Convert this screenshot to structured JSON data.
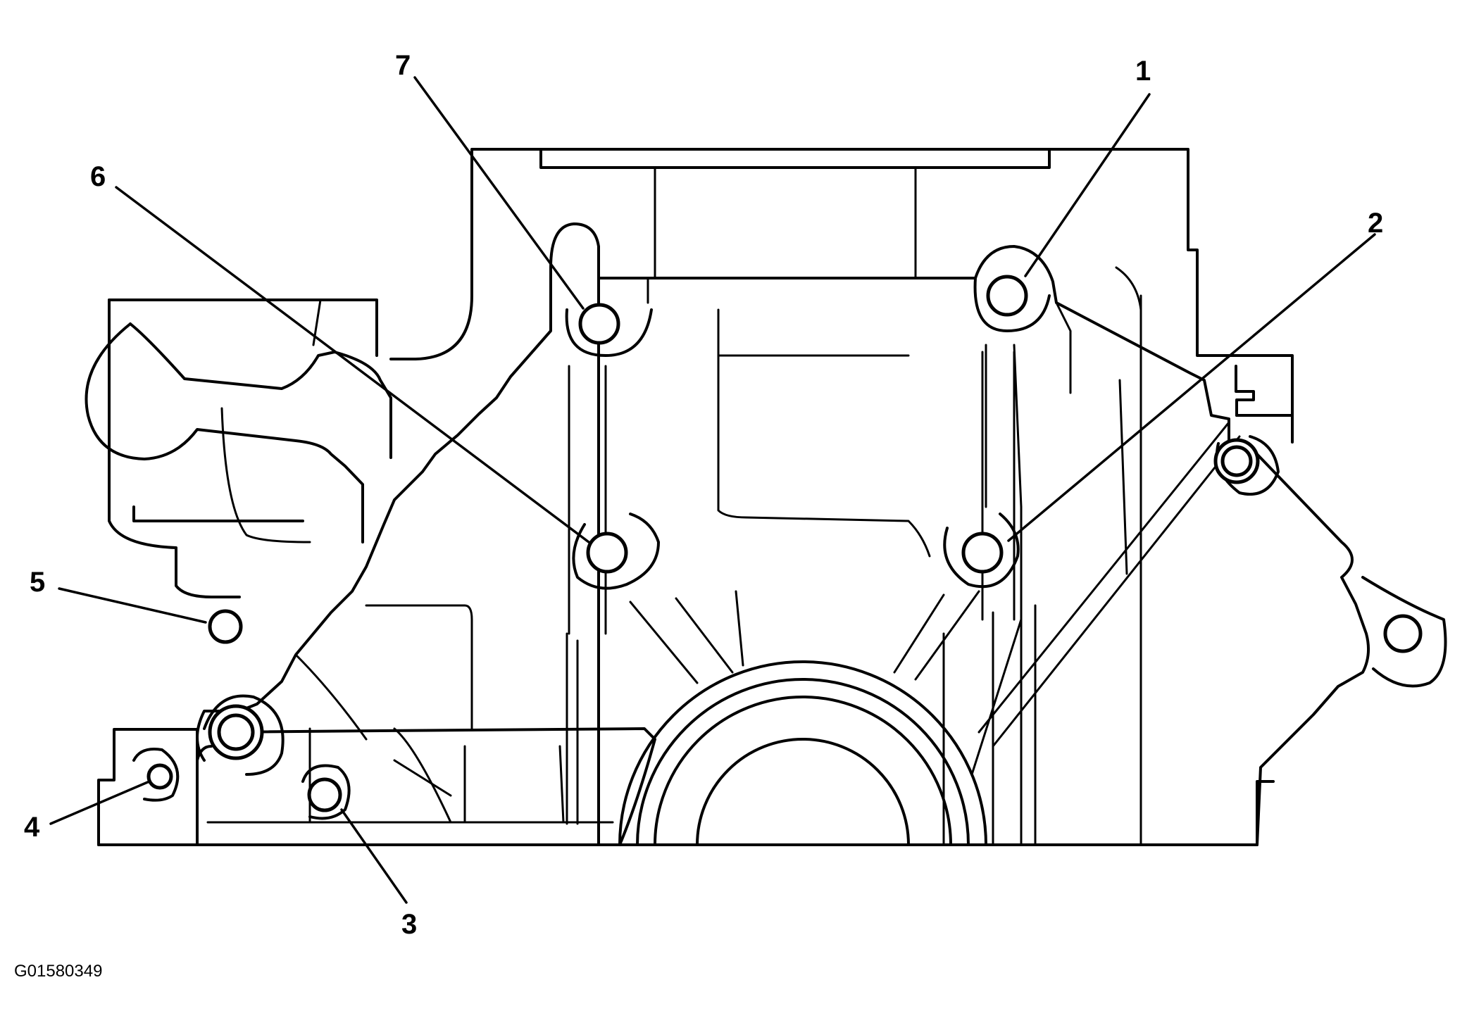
{
  "figure_id": "G01580349",
  "callouts": [
    {
      "id": "1",
      "label": "1"
    },
    {
      "id": "2",
      "label": "2"
    },
    {
      "id": "3",
      "label": "3"
    },
    {
      "id": "4",
      "label": "4"
    },
    {
      "id": "5",
      "label": "5"
    },
    {
      "id": "6",
      "label": "6"
    },
    {
      "id": "7",
      "label": "7"
    }
  ],
  "colors": {
    "line": "#000000",
    "background": "#ffffff"
  }
}
